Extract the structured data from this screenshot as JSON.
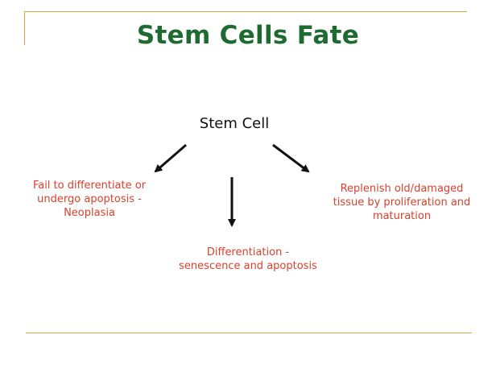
{
  "title": "Stem Cells Fate",
  "root": {
    "label": "Stem Cell"
  },
  "outcomes": {
    "left": {
      "line1": "Fail to differentiate or",
      "line2": "undergo apoptosis -",
      "line3": "Neoplasia"
    },
    "center": {
      "line1": "Differentiation -",
      "line2": "senescence and apoptosis"
    },
    "right": {
      "line1": "Replenish old/damaged",
      "line2": "tissue by proliferation and",
      "line3": "maturation"
    }
  },
  "colors": {
    "title": "#1e6b32",
    "outcome_text": "#d9412c",
    "frame_lines": "#c9a84a",
    "arrows": "#111111"
  }
}
